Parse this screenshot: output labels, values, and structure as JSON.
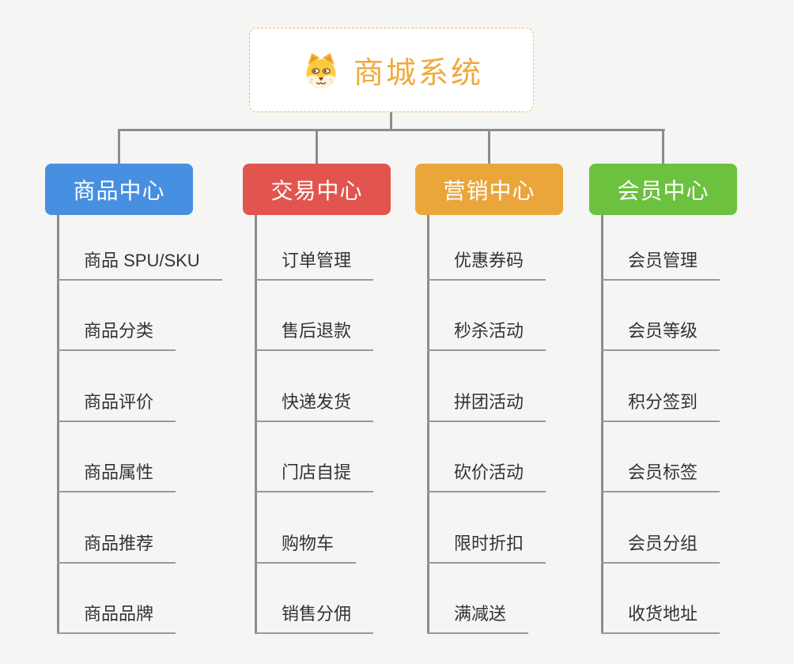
{
  "root": {
    "title": "商城系统",
    "icon": "dog-face-icon",
    "text_color": "#f2a93b",
    "border_color": "#f3b95f",
    "background": "#ffffff"
  },
  "branches": [
    {
      "label": "商品中心",
      "color": "#478fe1",
      "items": [
        "商品 SPU/SKU",
        "商品分类",
        "商品评价",
        "商品属性",
        "商品推荐",
        "商品品牌"
      ]
    },
    {
      "label": "交易中心",
      "color": "#e2544e",
      "items": [
        "订单管理",
        "售后退款",
        "快递发货",
        "门店自提",
        "购物车",
        "销售分佣"
      ]
    },
    {
      "label": "营销中心",
      "color": "#eaa63b",
      "items": [
        "优惠券码",
        "秒杀活动",
        "拼团活动",
        "砍价活动",
        "限时折扣",
        "满减送"
      ]
    },
    {
      "label": "会员中心",
      "color": "#6cc13f",
      "items": [
        "会员管理",
        "会员等级",
        "积分签到",
        "会员标签",
        "会员分组",
        "收货地址"
      ]
    }
  ],
  "colors": {
    "background": "#f5f5f4",
    "connector": "#8c8c8c",
    "leaf_text": "#333333",
    "leaf_line": "#999999"
  }
}
